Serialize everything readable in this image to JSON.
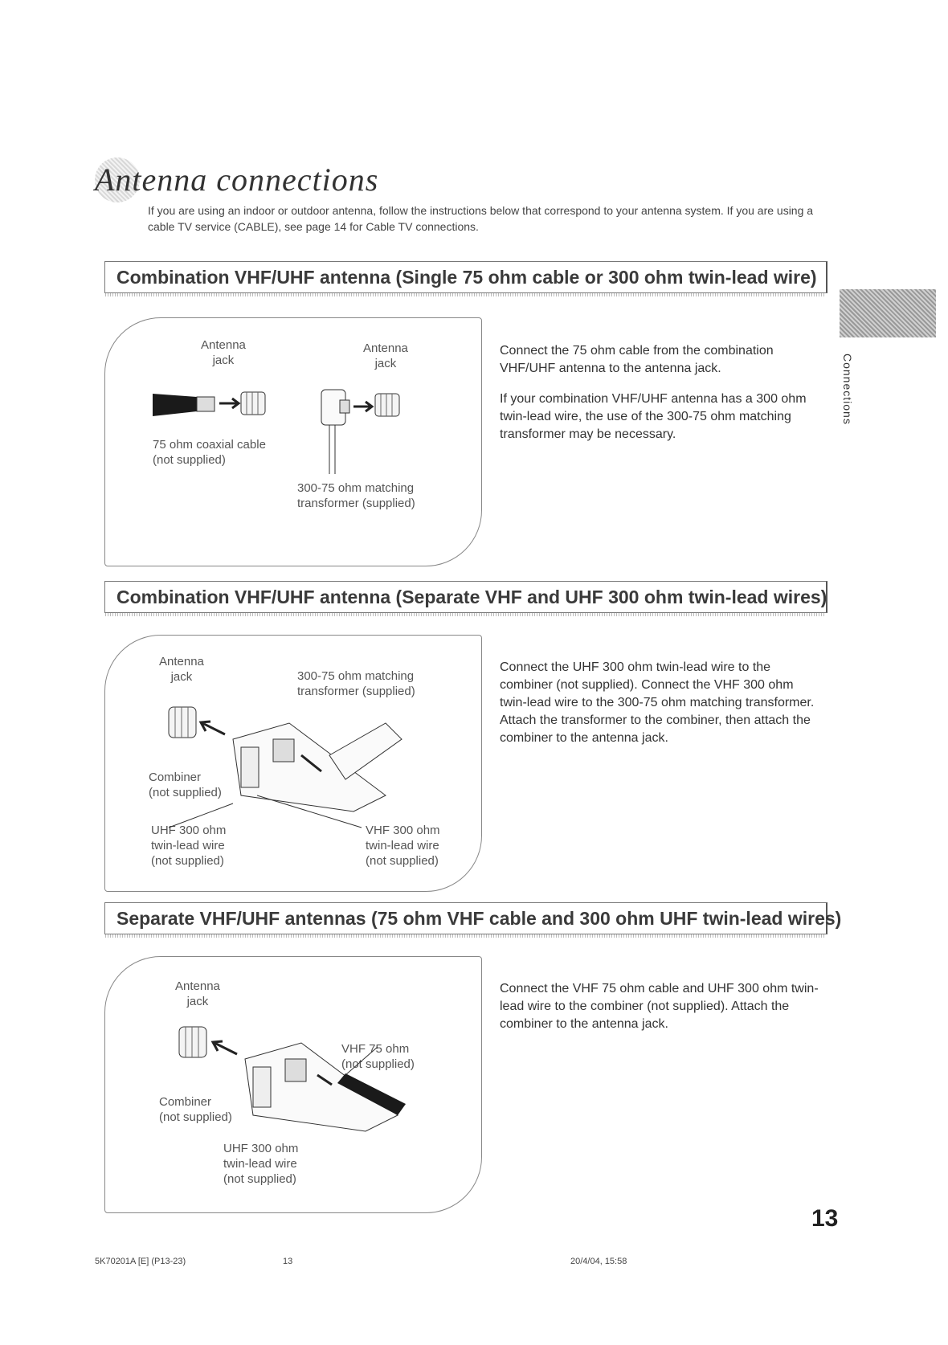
{
  "page": {
    "title": "Antenna connections",
    "intro": "If you are using an indoor or outdoor antenna, follow the instructions below that correspond to your antenna system. If you are using a cable TV service (CABLE), see page 14 for Cable TV connections.",
    "side_tab": "Connections",
    "page_number": "13",
    "footer": {
      "code": "5K70201A [E] (P13-23)",
      "page": "13",
      "date": "20/4/04, 15:58"
    }
  },
  "sections": [
    {
      "header": "Combination VHF/UHF antenna (Single 75 ohm cable or 300 ohm twin-lead wire)",
      "labels": {
        "antenna_jack_1": "Antenna\njack",
        "antenna_jack_2": "Antenna\njack",
        "coaxial": "75 ohm coaxial cable\n(not supplied)",
        "transformer": "300-75 ohm matching\ntransformer (supplied)"
      },
      "description": [
        "Connect the 75 ohm cable from the combination VHF/UHF antenna to the antenna jack.",
        "If your combination VHF/UHF antenna has a 300 ohm twin-lead wire, the use of the 300-75 ohm matching transformer may be necessary."
      ]
    },
    {
      "header": "Combination VHF/UHF antenna (Separate VHF and UHF 300 ohm twin-lead wires)",
      "labels": {
        "antenna_jack": "Antenna\njack",
        "transformer": "300-75 ohm matching\ntransformer (supplied)",
        "combiner": "Combiner\n(not supplied)",
        "uhf": "UHF 300 ohm\ntwin-lead wire\n(not supplied)",
        "vhf": "VHF 300 ohm\ntwin-lead wire\n(not supplied)"
      },
      "description": [
        "Connect the UHF 300 ohm twin-lead wire to the combiner (not supplied). Connect the VHF 300 ohm twin-lead wire to the 300-75 ohm matching transformer. Attach the transformer to the combiner, then attach the combiner to the antenna jack."
      ]
    },
    {
      "header": "Separate VHF/UHF antennas (75 ohm VHF cable and 300 ohm UHF twin-lead wires)",
      "labels": {
        "antenna_jack": "Antenna\njack",
        "vhf": "VHF 75 ohm\n(not supplied)",
        "combiner": "Combiner\n(not supplied)",
        "uhf": "UHF 300 ohm\ntwin-lead wire\n(not supplied)"
      },
      "description": [
        "Connect the VHF 75 ohm cable and UHF 300 ohm twin-lead wire to the combiner (not supplied). Attach the combiner to the antenna jack."
      ]
    }
  ]
}
